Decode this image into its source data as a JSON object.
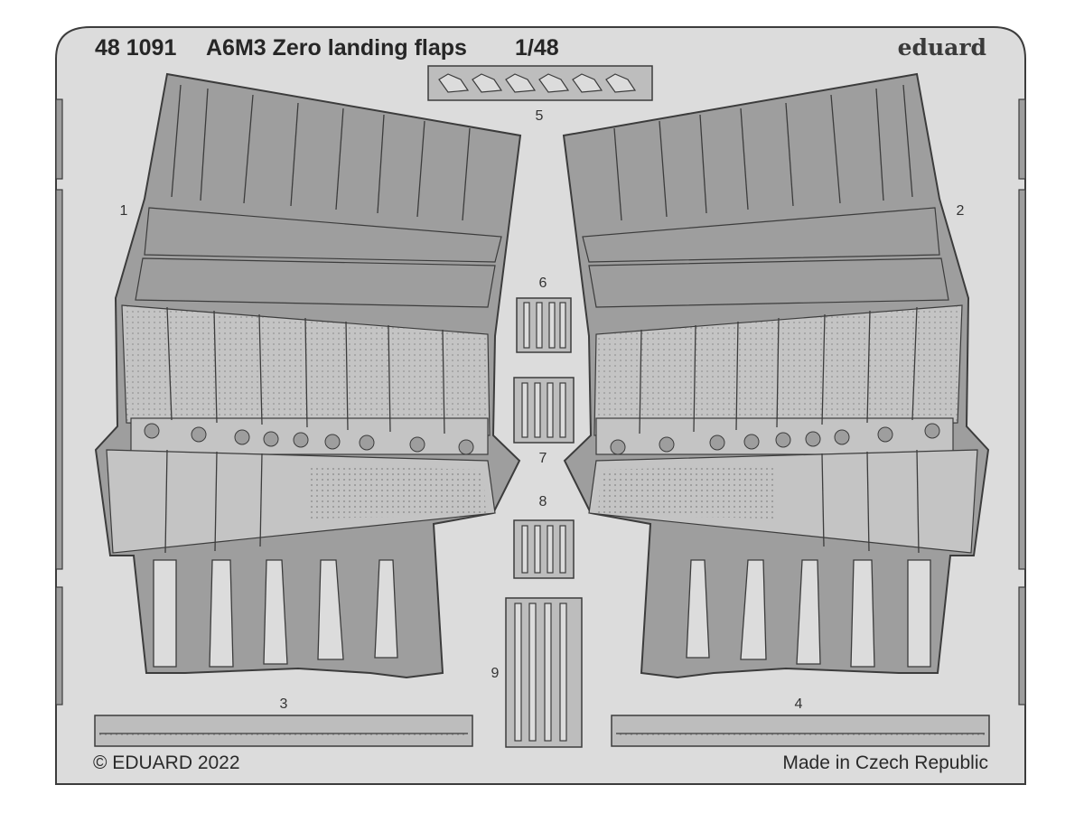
{
  "fret": {
    "set_number": "48 1091",
    "name": "A6M3 Zero landing flaps",
    "scale": "1/48",
    "brand": "eduard",
    "copyright": "© EDUARD 2022",
    "origin": "Made in Czech Republic"
  },
  "parts": [
    {
      "id": "1",
      "label": "1"
    },
    {
      "id": "2",
      "label": "2"
    },
    {
      "id": "3",
      "label": "3"
    },
    {
      "id": "4",
      "label": "4"
    },
    {
      "id": "5",
      "label": "5"
    },
    {
      "id": "6",
      "label": "6"
    },
    {
      "id": "7",
      "label": "7"
    },
    {
      "id": "8",
      "label": "8"
    },
    {
      "id": "9",
      "label": "9"
    }
  ],
  "colors": {
    "sheet": "#dcdcdc",
    "part_fill": "#9e9e9e",
    "panel_fill": "#c4c4c4",
    "outline": "#3c3c3c",
    "text": "#262626"
  }
}
